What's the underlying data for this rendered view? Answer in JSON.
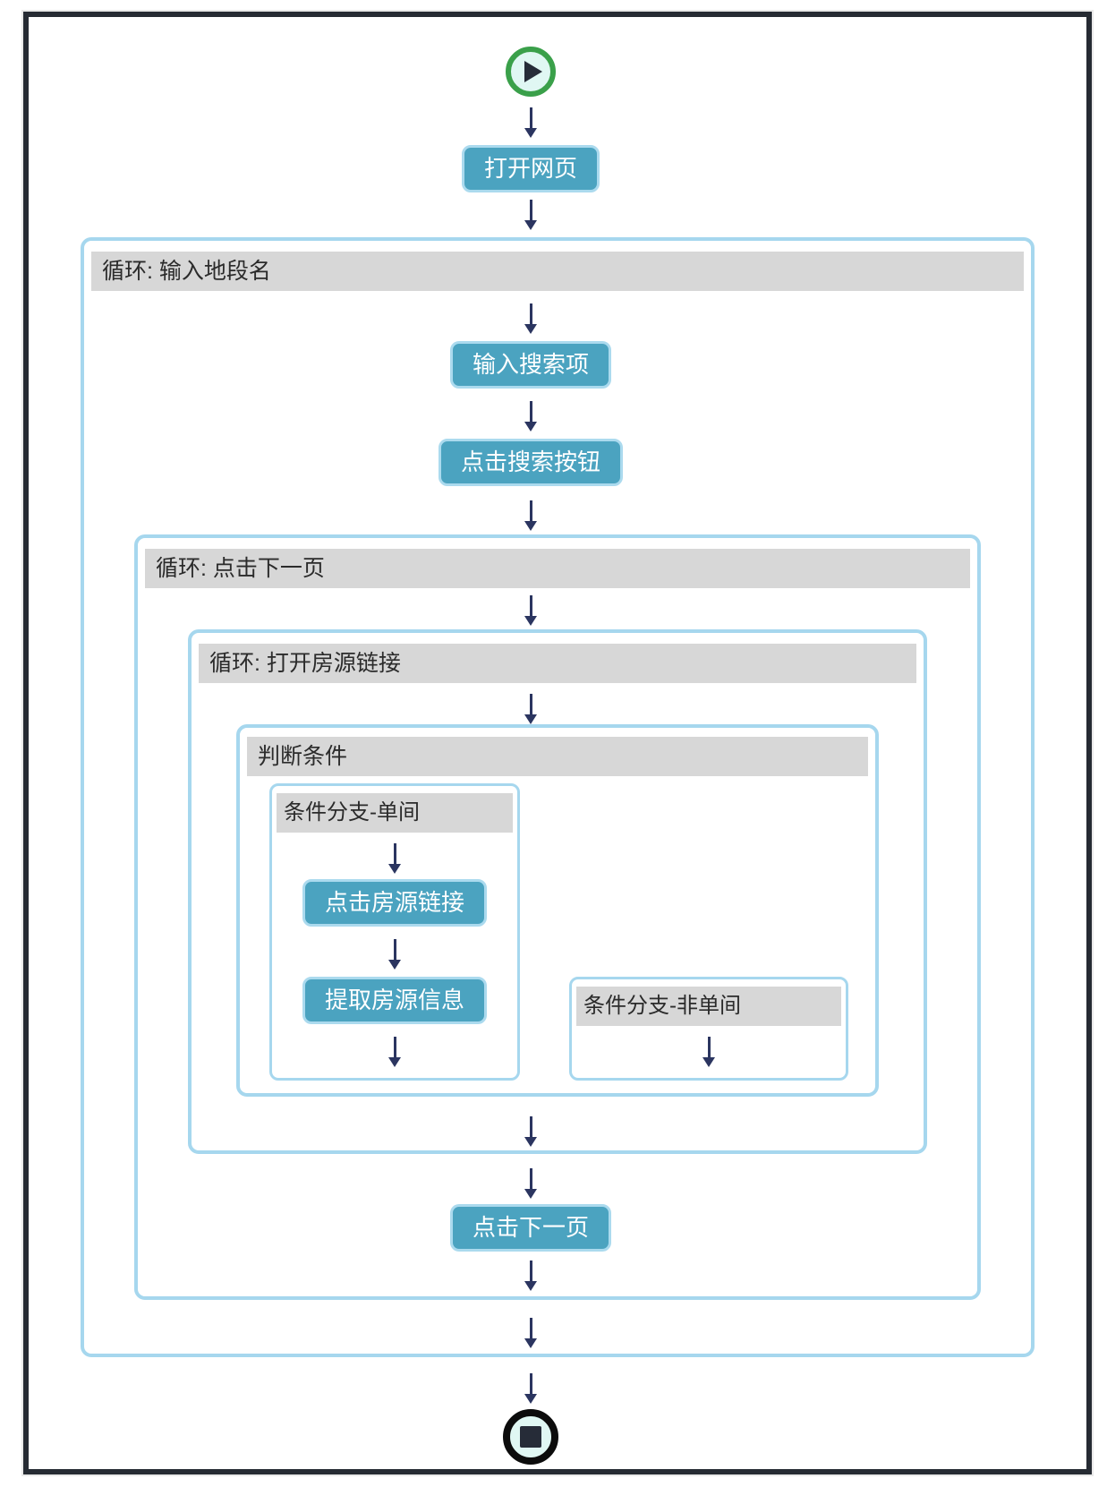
{
  "colors": {
    "frame_border": "#262b33",
    "container_border": "#a6d7ee",
    "header_bg": "#d7d7d7",
    "header_text": "#2b2b2b",
    "button_bg": "#4ba3c0",
    "button_border": "#abdaee",
    "button_text": "#ffffff",
    "arrow": "#2b3560",
    "start_ring": "#3aa04a",
    "stop_ring": "#0c0c0c",
    "terminal_fill": "#e0f7f3",
    "terminal_glyph": "#262c38"
  },
  "flow": {
    "start": {
      "icon": "play-icon"
    },
    "steps": {
      "open_webpage": "打开网页",
      "loop_district": {
        "title": "循环: 输入地段名",
        "input_search": "输入搜索项",
        "click_search": "点击搜索按钮",
        "loop_next_page": {
          "title": "循环: 点击下一页",
          "loop_open_listing": {
            "title": "循环: 打开房源链接",
            "condition": {
              "title": "判断条件",
              "branch_single": {
                "title": "条件分支-单间",
                "click_listing": "点击房源链接",
                "extract_info": "提取房源信息"
              },
              "branch_not_single": {
                "title": "条件分支-非单间"
              }
            }
          },
          "click_next_page": "点击下一页"
        }
      }
    },
    "end": {
      "icon": "stop-icon"
    }
  }
}
